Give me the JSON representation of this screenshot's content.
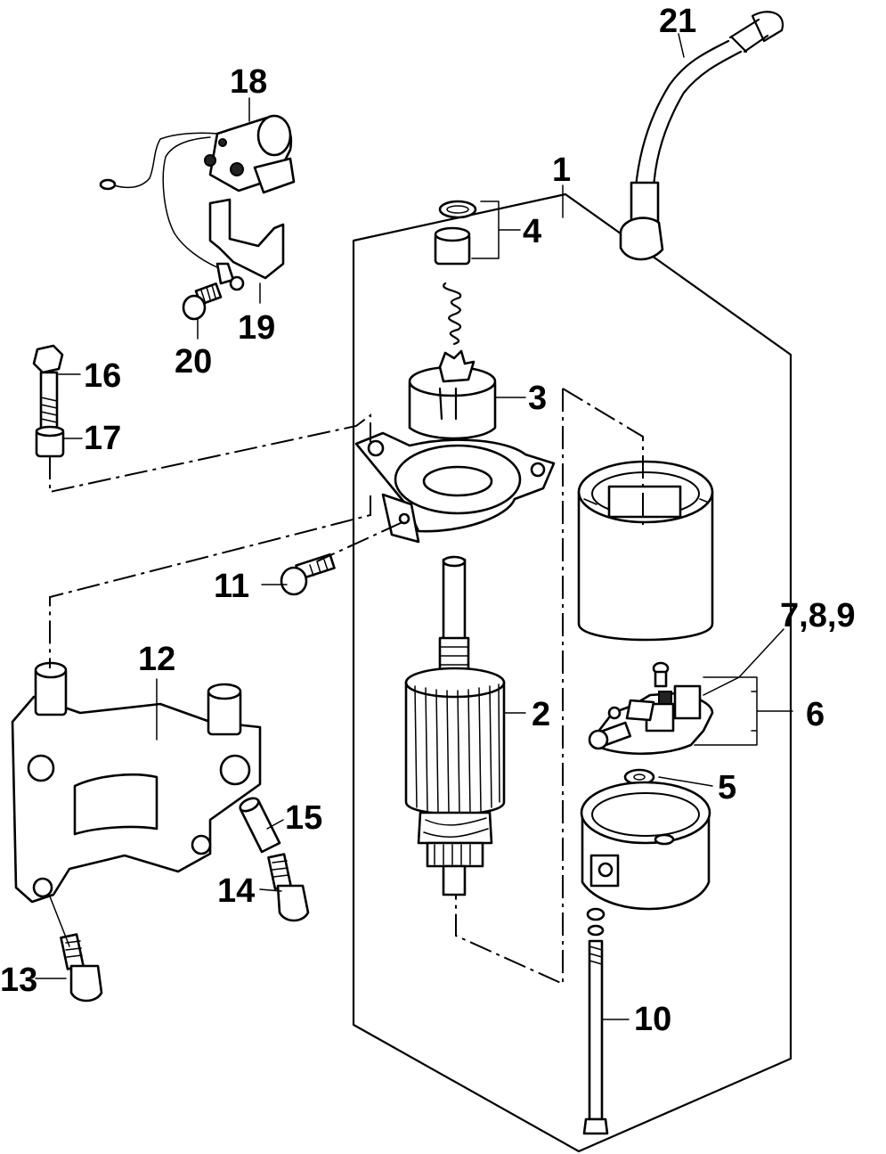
{
  "labels": {
    "l1": "1",
    "l2": "2",
    "l3": "3",
    "l4": "4",
    "l5": "5",
    "l6": "6",
    "l789": "7,8,9",
    "l10": "10",
    "l11": "11",
    "l12": "12",
    "l13": "13",
    "l14": "14",
    "l15": "15",
    "l16": "16",
    "l17": "17",
    "l18": "18",
    "l19": "19",
    "l20": "20",
    "l21": "21"
  }
}
